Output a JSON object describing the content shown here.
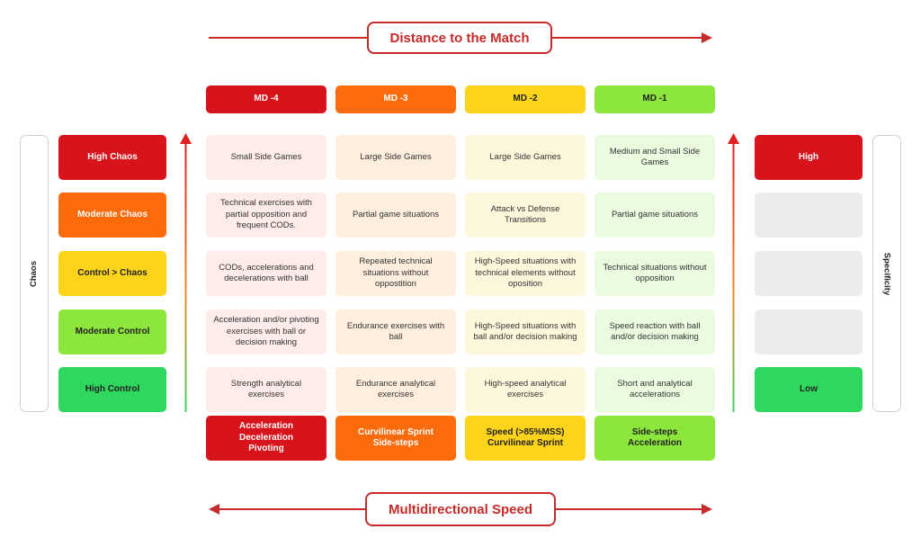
{
  "top_banner": {
    "label": "Distance to the Match"
  },
  "bottom_banner": {
    "label": "Multidirectional Speed"
  },
  "left_axis": {
    "label": "Chaos"
  },
  "right_axis": {
    "label": "Specificity"
  },
  "columns": [
    {
      "header": "MD -4",
      "color": "#d7141b",
      "cell_bg": "#fdecea",
      "cells": [
        "Small Side Games",
        "Technical exercises with partial opposition and frequent CODs.",
        "CODs, accelerations and decelerations with ball",
        "Acceleration and/or pivoting exercises with ball or decision making",
        "Strength analytical exercises"
      ],
      "footer": "Acceleration\nDeceleration\nPivoting"
    },
    {
      "header": "MD -3",
      "color": "#fb6b0c",
      "cell_bg": "#fdeedd",
      "cells": [
        "Large Side Games",
        "Partial game situations",
        "Repeated technical situations without oppostition",
        "Endurance exercises with ball",
        "Endurance analytical exercises"
      ],
      "footer": "Curvilinear Sprint\nSide-steps"
    },
    {
      "header": "MD -2",
      "color": "#fdd31b",
      "cell_bg": "#fdf8dc",
      "cells": [
        "Large Side Games",
        "Attack vs Defense Transitions",
        "High-Speed situations with technical elements without oposition",
        "High-Speed situations with ball and/or decision making",
        "High-speed analytical exercises"
      ],
      "footer": "Speed (>85%MSS)\nCurvilinear Sprint"
    },
    {
      "header": "MD -1",
      "color": "#8ce63c",
      "cell_bg": "#ebfbe0",
      "cells": [
        "Medium and Small Side Games",
        "Partial game situations",
        "Technical situations without opposition",
        "Speed reaction with ball and/or decision making",
        "Short and analytical accelerations"
      ],
      "footer": "Side-steps\nAcceleration"
    }
  ],
  "chaos_levels": [
    {
      "label": "High Chaos",
      "color": "#d7141b",
      "text_color": "#ffffff"
    },
    {
      "label": "Moderate Chaos",
      "color": "#fb6b0c",
      "text_color": "#ffffff"
    },
    {
      "label": "Control > Chaos",
      "color": "#fdd31b",
      "text_color": "#222222"
    },
    {
      "label": "Moderate Control",
      "color": "#8ce63c",
      "text_color": "#222222"
    },
    {
      "label": "High Control",
      "color": "#2ed85e",
      "text_color": "#222222"
    }
  ],
  "specificity_levels": [
    {
      "label": "High",
      "color": "#d7141b",
      "text_color": "#ffffff"
    },
    {
      "label": "",
      "color": "#ececec",
      "text_color": "#222222"
    },
    {
      "label": "",
      "color": "#ececec",
      "text_color": "#222222"
    },
    {
      "label": "",
      "color": "#ececec",
      "text_color": "#222222"
    },
    {
      "label": "Low",
      "color": "#2ed85e",
      "text_color": "#222222"
    }
  ],
  "colors": {
    "accent": "#c62a2a",
    "gradient_top": "#e0201e",
    "gradient_bottom": "#3fd25a"
  }
}
